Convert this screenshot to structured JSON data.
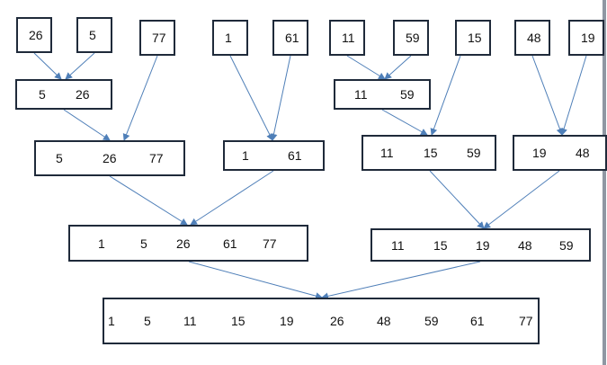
{
  "diagram": {
    "edge_color": "#4f7fb8",
    "box_border_color": "#1f2a3a",
    "nodes": [
      {
        "id": "leaf-26",
        "values": [
          "26"
        ]
      },
      {
        "id": "leaf-5",
        "values": [
          "5"
        ]
      },
      {
        "id": "leaf-77",
        "values": [
          "77"
        ]
      },
      {
        "id": "leaf-1",
        "values": [
          "1"
        ]
      },
      {
        "id": "leaf-61",
        "values": [
          "61"
        ]
      },
      {
        "id": "leaf-11",
        "values": [
          "11"
        ]
      },
      {
        "id": "leaf-59",
        "values": [
          "59"
        ]
      },
      {
        "id": "leaf-15",
        "values": [
          "15"
        ]
      },
      {
        "id": "leaf-48",
        "values": [
          "48"
        ]
      },
      {
        "id": "leaf-19",
        "values": [
          "19"
        ]
      },
      {
        "id": "merge-5-26",
        "values": [
          "5",
          "26"
        ]
      },
      {
        "id": "merge-11-59",
        "values": [
          "11",
          "59"
        ]
      },
      {
        "id": "merge-5-26-77",
        "values": [
          "5",
          "26",
          "77"
        ]
      },
      {
        "id": "merge-1-61",
        "values": [
          "1",
          "61"
        ]
      },
      {
        "id": "merge-11-15-59",
        "values": [
          "11",
          "15",
          "59"
        ]
      },
      {
        "id": "merge-19-48",
        "values": [
          "19",
          "48"
        ]
      },
      {
        "id": "merge-left-half",
        "values": [
          "1",
          "5",
          "26",
          "61",
          "77"
        ]
      },
      {
        "id": "merge-right-half",
        "values": [
          "11",
          "15",
          "19",
          "48",
          "59"
        ]
      },
      {
        "id": "merge-final",
        "values": [
          "1",
          "5",
          "11",
          "15",
          "19",
          "26",
          "48",
          "59",
          "61",
          "77"
        ]
      }
    ],
    "edges": [
      {
        "from": "leaf-26",
        "to": "merge-5-26"
      },
      {
        "from": "leaf-5",
        "to": "merge-5-26"
      },
      {
        "from": "leaf-11",
        "to": "merge-11-59"
      },
      {
        "from": "leaf-59",
        "to": "merge-11-59"
      },
      {
        "from": "merge-5-26",
        "to": "merge-5-26-77"
      },
      {
        "from": "leaf-77",
        "to": "merge-5-26-77"
      },
      {
        "from": "leaf-1",
        "to": "merge-1-61"
      },
      {
        "from": "leaf-61",
        "to": "merge-1-61"
      },
      {
        "from": "merge-11-59",
        "to": "merge-11-15-59"
      },
      {
        "from": "leaf-15",
        "to": "merge-11-15-59"
      },
      {
        "from": "leaf-48",
        "to": "merge-19-48"
      },
      {
        "from": "leaf-19",
        "to": "merge-19-48"
      },
      {
        "from": "merge-5-26-77",
        "to": "merge-left-half"
      },
      {
        "from": "merge-1-61",
        "to": "merge-left-half"
      },
      {
        "from": "merge-11-15-59",
        "to": "merge-right-half"
      },
      {
        "from": "merge-19-48",
        "to": "merge-right-half"
      },
      {
        "from": "merge-left-half",
        "to": "merge-final"
      },
      {
        "from": "merge-right-half",
        "to": "merge-final"
      }
    ]
  }
}
